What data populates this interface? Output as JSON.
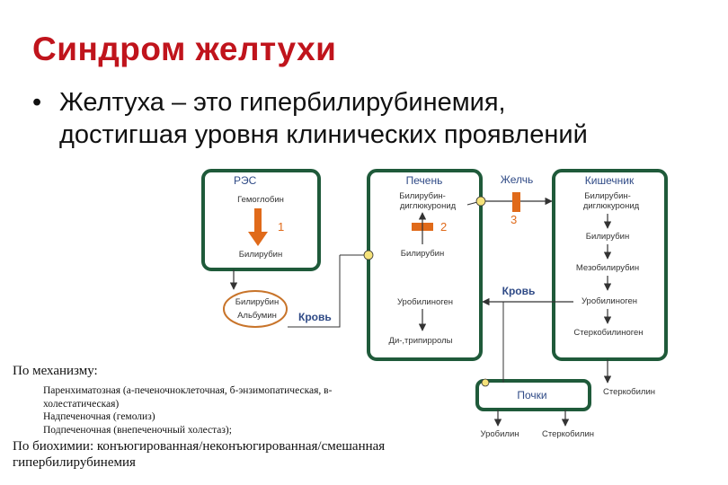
{
  "slide": {
    "title": "Синдром желтухи",
    "bullet_mark": "•",
    "bullet_line1": "Желтуха – это гипербилирубинемия,",
    "bullet_line2": "достигшая уровня клинических проявлений"
  },
  "diagram": {
    "res_title": "РЭС",
    "res_hemoglobin": "Гемоглобин",
    "res_step": "1",
    "res_bilirubin": "Билирубин",
    "liver_title": "Печень",
    "liver_diglucuronide_1": "Билирубин-",
    "liver_diglucuronide_2": "диглюкуронид",
    "liver_step": "2",
    "liver_bilirubin": "Билирубин",
    "liver_urobilinogen": "Уробилиноген",
    "liver_dipyrroles": "Ди-,трипирролы",
    "bile_label": "Желчь",
    "bile_step": "3",
    "intestine_title": "Кишечник",
    "intestine_diglucuronide_1": "Билирубин-",
    "intestine_diglucuronide_2": "диглюкуронид",
    "intestine_bilirubin": "Билирубин",
    "intestine_mesobilirubin": "Мезобилирубин",
    "intestine_urobilinogen": "Уробилиноген",
    "intestine_stercobilinogen": "Стеркобилиноген",
    "blood_label_upper": "Кровь",
    "blood_label_lower": "Кровь",
    "albumin_line1": "Билирубин",
    "albumin_line2": "Альбумин",
    "kidneys_title": "Почки",
    "stercobilin_right": "Стеркобилин",
    "urobilin_bottom": "Уробилин",
    "stercobilin_bottom": "Стеркобилин"
  },
  "notes": {
    "mechanism_heading": "По механизму:",
    "item1_line1": "Паренхиматозная (а-печеночноклеточная, б-энзимопатическая, в-",
    "item1_line2": "холестатическая)",
    "item2": "Надпеченочная (гемолиз)",
    "item3": "Подпеченочная (внепеченочный холестаз);",
    "biochem_line1": "По биохимии: конъюгированная/неконъюгированная/смешанная",
    "biochem_line2": "гипербилирубинемия"
  },
  "colors": {
    "title_red": "#c0141c",
    "box_green": "#1f5a3a",
    "label_blue": "#2f4a86",
    "arrow_orange": "#e06a1a",
    "albumin_ellipse": "#c8742a"
  }
}
